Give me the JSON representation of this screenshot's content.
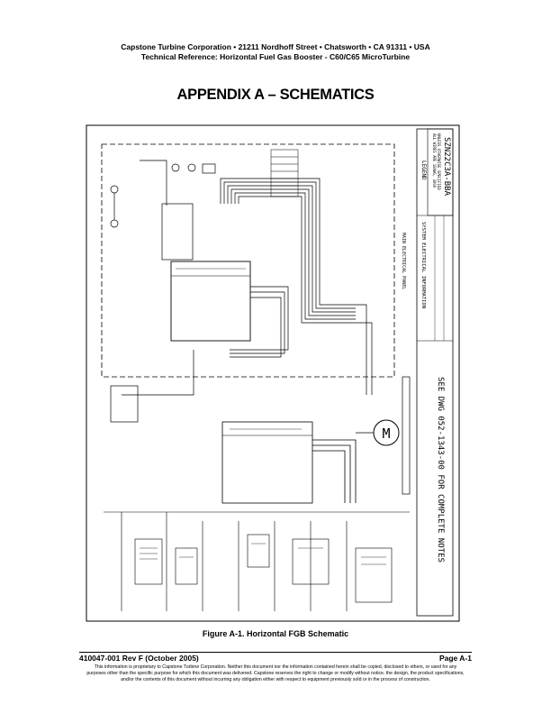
{
  "header": {
    "line1": "Capstone Turbine Corporation • 21211 Nordhoff Street • Chatsworth • CA 91311 • USA",
    "line2": "Technical Reference: Horizontal Fuel Gas Booster - C60/C65 MicroTurbine"
  },
  "title": "APPENDIX A – SCHEMATICS",
  "schematic": {
    "legend_title": "LEGEND",
    "legend_lines": [
      "ALL WIRES ARE 18AWG, 300V",
      "UNLESS OTHERWISE SPECIFIED"
    ],
    "block_title": "SYSTEM ELECTRICAL INFORMATION",
    "drawing_number": "SZN22C3A-BBA",
    "panel_label": "MAIN ELECTRICAL PANEL",
    "see_note": "SEE DWG 052-1343-00 FOR COMPLETE NOTES",
    "motor_label": "M"
  },
  "caption": "Figure A-1.  Horizontal FGB Schematic",
  "footer": {
    "doc_id": "410047-001 Rev F (October 2005)",
    "page": "Page A-1",
    "disclaimer": "This information is proprietary to Capstone Turbine Corporation. Neither this document nor the information contained herein shall be copied, disclosed to others, or used for any purposes other than the specific purpose for which this document was delivered. Capstone reserves the right to change or modify without notice, the design, the product specifications, and/or the contents of this document without incurring any obligation either with respect to equipment previously sold or in the process of construction."
  }
}
